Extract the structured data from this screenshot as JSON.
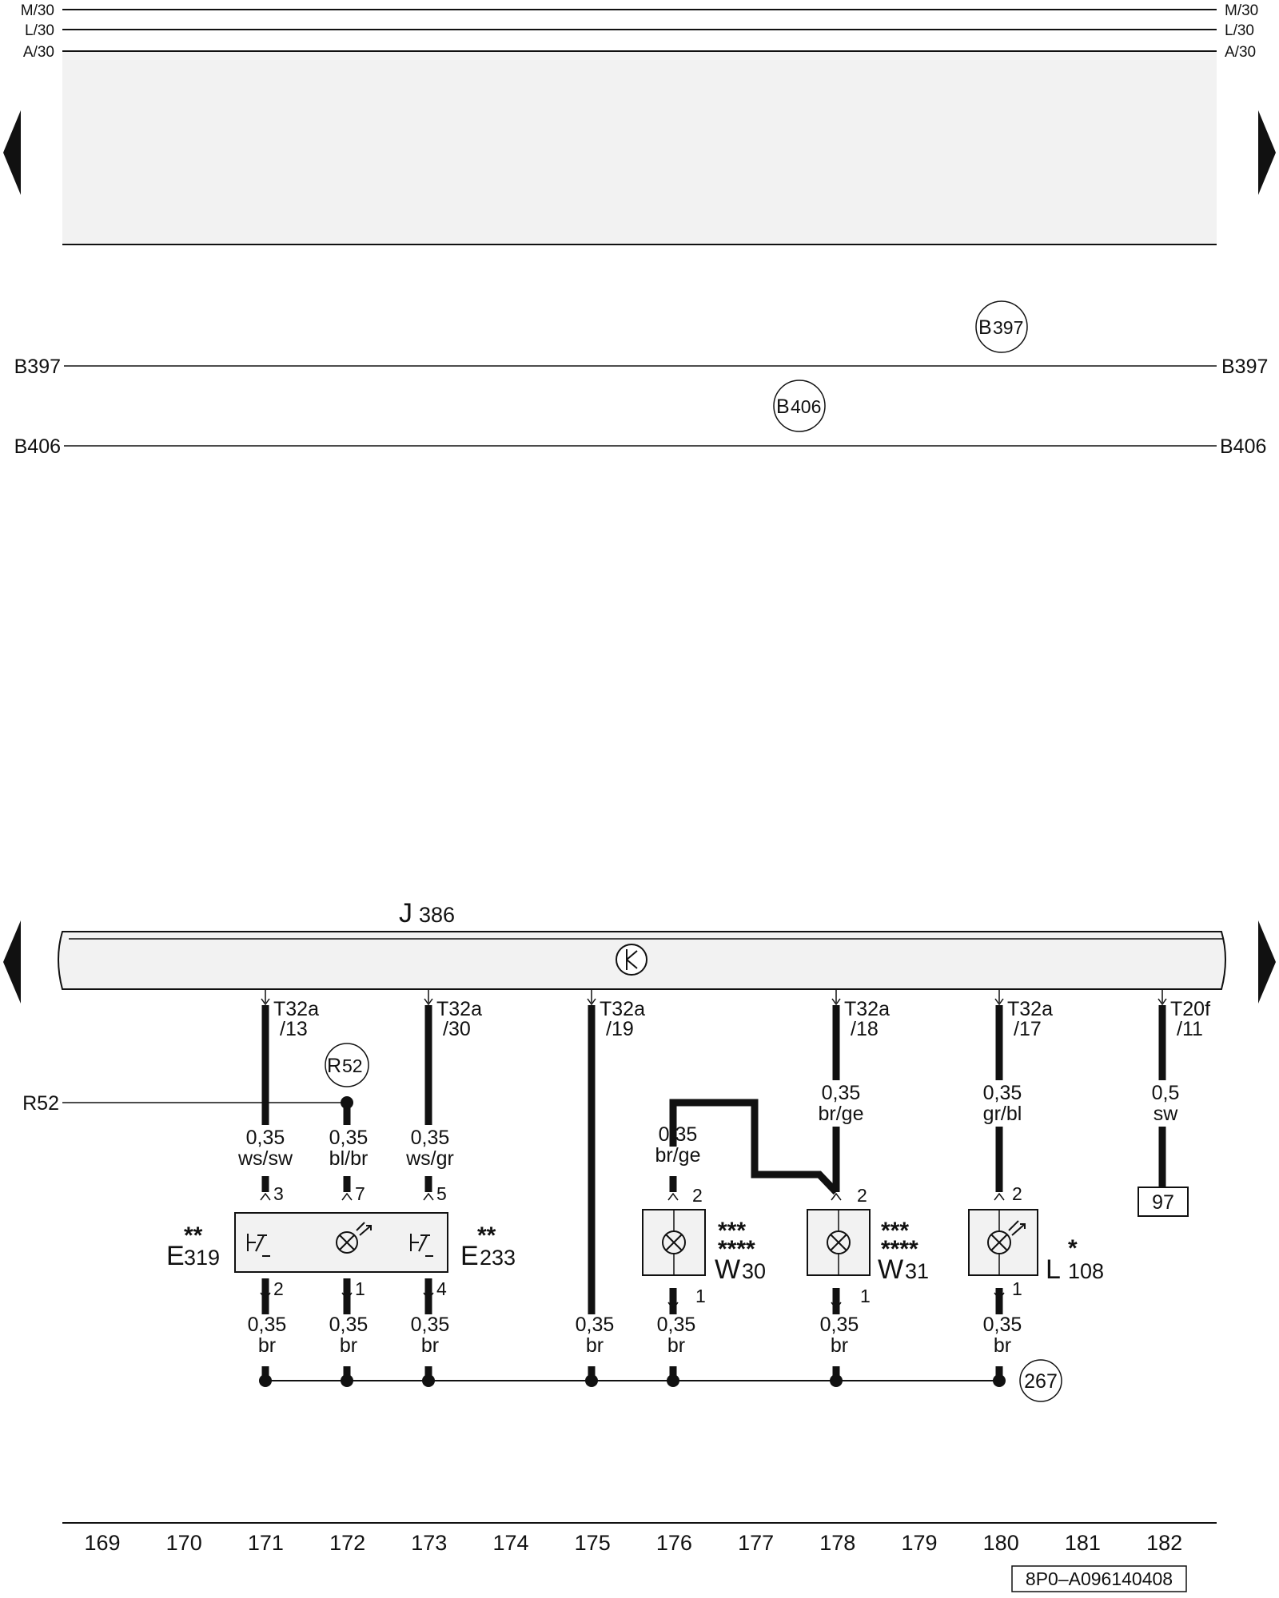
{
  "rails": {
    "left": [
      "M/30",
      "L/30",
      "A/30"
    ],
    "right": [
      "M/30",
      "L/30",
      "A/30"
    ]
  },
  "buses": {
    "b397": {
      "left": "B397",
      "right": "B397",
      "circle": {
        "letter": "B",
        "number": "397"
      }
    },
    "b406": {
      "left": "B406",
      "right": "B406",
      "circle": {
        "letter": "B",
        "number": "406"
      }
    },
    "r52": {
      "left": "R52",
      "circle": {
        "letter": "R",
        "number": "52"
      }
    }
  },
  "control_unit": {
    "letter": "J",
    "number": "386"
  },
  "connectors": {
    "c171": {
      "name": "T32a",
      "pin": "/13"
    },
    "c173": {
      "name": "T32a",
      "pin": "/30"
    },
    "c175": {
      "name": "T32a",
      "pin": "/19"
    },
    "c178": {
      "name": "T32a",
      "pin": "/18"
    },
    "c180": {
      "name": "T32a",
      "pin": "/17"
    },
    "c182": {
      "name": "T20f",
      "pin": "/11"
    }
  },
  "wires": {
    "w171_top": {
      "size": "0,35",
      "color": "ws/sw"
    },
    "w172_top": {
      "size": "0,35",
      "color": "bl/br"
    },
    "w173_top": {
      "size": "0,35",
      "color": "ws/gr"
    },
    "w176_top": {
      "size": "0,35",
      "color": "br/ge"
    },
    "w178_top": {
      "size": "0,35",
      "color": "br/ge"
    },
    "w180_top": {
      "size": "0,35",
      "color": "gr/bl"
    },
    "w182_top": {
      "size": "0,5",
      "color": "sw"
    },
    "w171_bot": {
      "size": "0,35",
      "color": "br"
    },
    "w172_bot": {
      "size": "0,35",
      "color": "br"
    },
    "w173_bot": {
      "size": "0,35",
      "color": "br"
    },
    "w175_bot": {
      "size": "0,35",
      "color": "br"
    },
    "w176_bot": {
      "size": "0,35",
      "color": "br"
    },
    "w178_bot": {
      "size": "0,35",
      "color": "br"
    },
    "w180_bot": {
      "size": "0,35",
      "color": "br"
    }
  },
  "pins": {
    "p171_top": "3",
    "p172_top": "7",
    "p173_top": "5",
    "p171_bot": "2",
    "p172_bot": "1",
    "p173_bot": "4",
    "p176_top": "2",
    "p176_bot": "1",
    "p178_top": "2",
    "p178_bot": "1",
    "p180_top": "2",
    "p180_bot": "1"
  },
  "components": {
    "e319": {
      "letter": "E",
      "number": "319",
      "stars": "**"
    },
    "e233": {
      "letter": "E",
      "number": "233",
      "stars": "**"
    },
    "w30": {
      "letter": "W",
      "number": "30",
      "stars_1": "***",
      "stars_2": "****"
    },
    "w31": {
      "letter": "W",
      "number": "31",
      "stars_1": "***",
      "stars_2": "****"
    },
    "l108": {
      "letter": "L",
      "number": "108",
      "stars": "*"
    }
  },
  "ref_box": "97",
  "ground": "267",
  "columns": [
    "169",
    "170",
    "171",
    "172",
    "173",
    "174",
    "175",
    "176",
    "177",
    "178",
    "179",
    "180",
    "181",
    "182"
  ],
  "doc_code": "8P0–A096140408"
}
